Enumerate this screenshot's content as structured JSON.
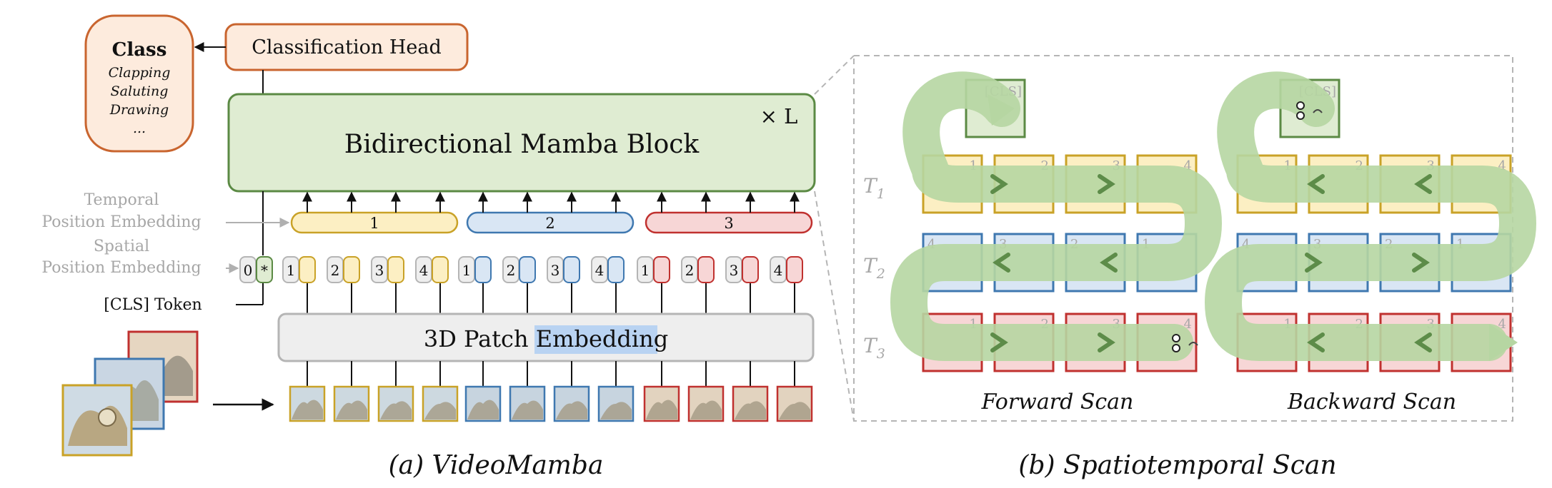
{
  "colors": {
    "green_fill": "#dfecd2",
    "green_stroke": "#5b8a44",
    "orange_fill": "#fdebdd",
    "orange_stroke": "#c9652f",
    "yellow_fill": "#fcefc3",
    "yellow_stroke": "#c9a227",
    "blue_fill": "#d9e6f4",
    "blue_stroke": "#3f78b0",
    "red_fill": "#f7d6d6",
    "red_stroke": "#c0312f",
    "gray_fill": "#eeeeee",
    "gray_stroke": "#b5b5b5",
    "snake": "#b6d6a2",
    "snake_arrow": "#5d8c49",
    "highlight": "#b9d3f2",
    "muted_text": "#a7a7a7"
  },
  "left": {
    "class_box": {
      "title": "Class",
      "items": [
        "Clapping",
        "Saluting",
        "Drawing",
        "..."
      ]
    },
    "classification_head": "Classification Head",
    "mamba_block": "Bidirectional Mamba Block",
    "repeat_label": "× L",
    "temporal_pos_label": [
      "Temporal",
      "Position Embedding"
    ],
    "spatial_pos_label": [
      "Spatial",
      "Position Embedding"
    ],
    "cls_token_label": "[CLS] Token",
    "cls_tokens": [
      "0",
      "*"
    ],
    "temporal_groups": [
      "1",
      "2",
      "3"
    ],
    "patch_numbers": [
      "1",
      "2",
      "3",
      "4"
    ],
    "patch_embedding_prefix": "3D Patch ",
    "patch_embedding_highlight": "Embedding",
    "caption": "(a) VideoMamba"
  },
  "right": {
    "forward": {
      "cls": "[CLS]",
      "rows": [
        [
          "1",
          "2",
          "3",
          "4"
        ],
        [
          "4",
          "3",
          "2",
          "1"
        ],
        [
          "1",
          "2",
          "3",
          "4"
        ]
      ],
      "label": "Forward Scan"
    },
    "backward": {
      "cls": "[CLS]",
      "rows": [
        [
          "1",
          "2",
          "3",
          "4"
        ],
        [
          "4",
          "3",
          "2",
          "1"
        ],
        [
          "1",
          "2",
          "3",
          "4"
        ]
      ],
      "label": "Backward Scan"
    },
    "time_labels": [
      {
        "base": "T",
        "sub": "1"
      },
      {
        "base": "T",
        "sub": "2"
      },
      {
        "base": "T",
        "sub": "3"
      }
    ],
    "caption": "(b) Spatiotemporal Scan"
  }
}
